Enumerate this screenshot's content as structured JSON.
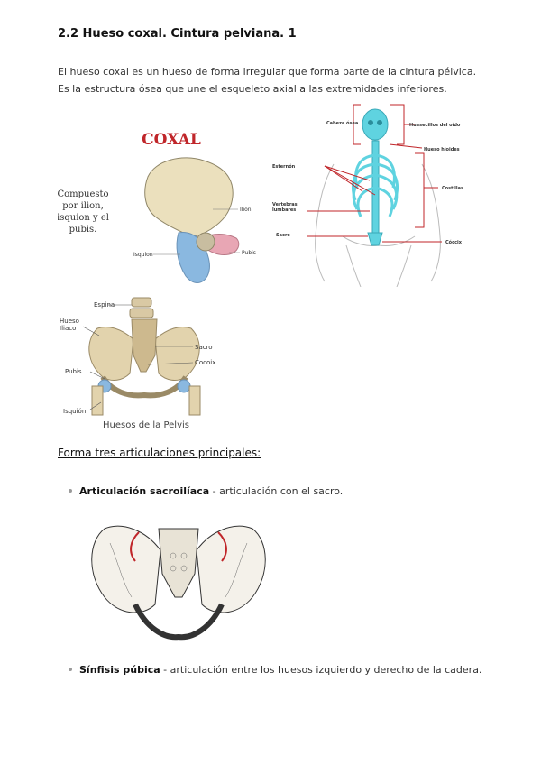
{
  "title": "2.2 Hueso coxal. Cintura pelviana. 1",
  "intro": "El hueso coxal es un hueso de forma irregular que forma parte de la cintura pélvica.  Es la estructura ósea que une el esqueleto axial a las extremidades inferiores.",
  "fig_coxal": {
    "heading": "COXAL",
    "side_text": [
      "Compuesto",
      "por ilion,",
      "isquion y el",
      "pubis."
    ],
    "labels": {
      "ilion": "Ilión",
      "isquion": "Isquion",
      "pubis": "Pubis"
    }
  },
  "fig_skeleton": {
    "labels": {
      "cabeza": "Cabeza ósea",
      "huesecillos": "Huesecillos del oído",
      "hioides": "Hueso hioides",
      "esternon": "Esternón",
      "costillas": "Costillas",
      "vertebras": [
        "Vertebras",
        "lumbares"
      ],
      "sacro": "Sacro",
      "coccix": "Cóccix"
    }
  },
  "fig_pelvis": {
    "labels": {
      "espina": "Espina",
      "hueso_iliaco": [
        "Hueso",
        "Iliaco"
      ],
      "sacro": "Sacro",
      "coccix": "Cocoix",
      "pubis": "Pubis",
      "isquion": "Isquión"
    },
    "caption": "Huesos de la Pelvis"
  },
  "section_heading": "Forma tres articulaciones principales:",
  "bullets": [
    {
      "term": "Articulación sacroilíaca",
      "desc": " - articulación con el sacro."
    },
    {
      "term": "Sínfisis púbica",
      "desc": " - articulación entre los huesos izquierdo y derecho de la cadera."
    }
  ],
  "colors": {
    "bone": "#ebe0bd",
    "cyan": "#5fd3e0",
    "red": "#c0262a",
    "blue": "#8ab8e0"
  }
}
